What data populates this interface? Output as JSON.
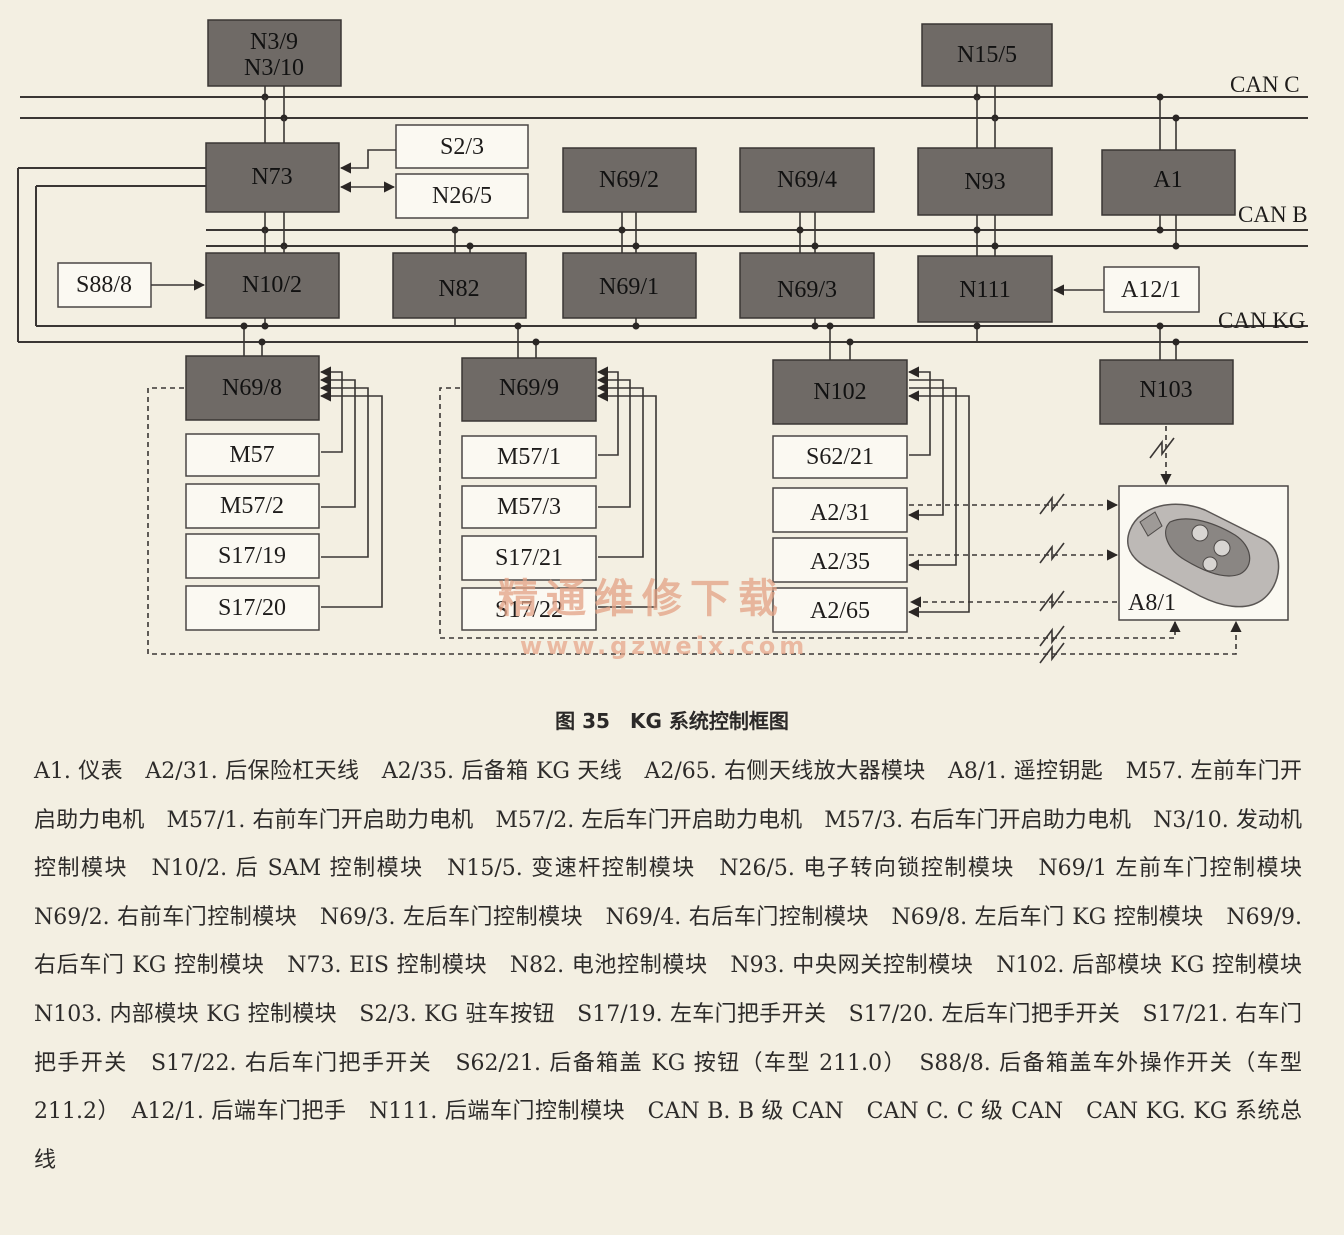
{
  "buses": {
    "can_c": "CAN C",
    "can_b": "CAN B",
    "can_kg": "CAN KG"
  },
  "modules": {
    "n3_9": "N3/9",
    "n3_10": "N3/10",
    "n15_5": "N15/5",
    "n73": "N73",
    "s2_3": "S2/3",
    "n26_5": "N26/5",
    "n69_2": "N69/2",
    "n69_4": "N69/4",
    "n93": "N93",
    "a1": "A1",
    "s88_8": "S88/8",
    "n10_2": "N10/2",
    "n82": "N82",
    "n69_1": "N69/1",
    "n69_3": "N69/3",
    "n111": "N111",
    "a12_1": "A12/1",
    "n69_8": "N69/8",
    "n69_9": "N69/9",
    "n102": "N102",
    "n103": "N103",
    "m57": "M57",
    "m57_2": "M57/2",
    "s17_19": "S17/19",
    "s17_20": "S17/20",
    "m57_1": "M57/1",
    "m57_3": "M57/3",
    "s17_21": "S17/21",
    "s17_22": "S17/22",
    "s62_21": "S62/21",
    "a2_31": "A2/31",
    "a2_35": "A2/35",
    "a2_65": "A2/65",
    "a8_1": "A8/1"
  },
  "watermark": {
    "cn": "精通维修下载",
    "url": "www.gzweix.com"
  },
  "caption": "图 35　KG 系统控制框图",
  "legend": "A1. 仪表　A2/31. 后保险杠天线　A2/35. 后备箱 KG 天线　A2/65. 右侧天线放大器模块　A8/1. 遥控钥匙　M57. 左前车门开启助力电机　M57/1. 右前车门开启助力电机　M57/2. 左后车门开启助力电机　M57/3. 右后车门开启助力电机　N3/10. 发动机控制模块　N10/2. 后 SAM 控制模块　N15/5. 变速杆控制模块　N26/5. 电子转向锁控制模块　N69/1 左前车门控制模块　N69/2. 右前车门控制模块　N69/3. 左后车门控制模块　N69/4. 右后车门控制模块　N69/8. 左后车门 KG 控制模块　N69/9. 右后车门 KG 控制模块　N73. EIS 控制模块　N82. 电池控制模块　N93. 中央网关控制模块　N102. 后部模块 KG 控制模块　N103. 内部模块 KG 控制模块　S2/3. KG 驻车按钮　S17/19. 左车门把手开关　S17/20. 左后车门把手开关　S17/21. 右车门把手开关　S17/22. 右后车门把手开关　S62/21. 后备箱盖 KG 按钮（车型 211.0）　S88/8. 后备箱盖车外操作开关（车型 211.2）　A12/1. 后端车门把手　N111. 后端车门控制模块　CAN B. B 级 CAN　CAN C. C 级 CAN　CAN KG. KG 系统总线",
  "colors": {
    "background": "#f3efe2",
    "module_dark": "#6f6a66",
    "module_light": "#fbf9f2",
    "watermark": "#e3a285"
  }
}
